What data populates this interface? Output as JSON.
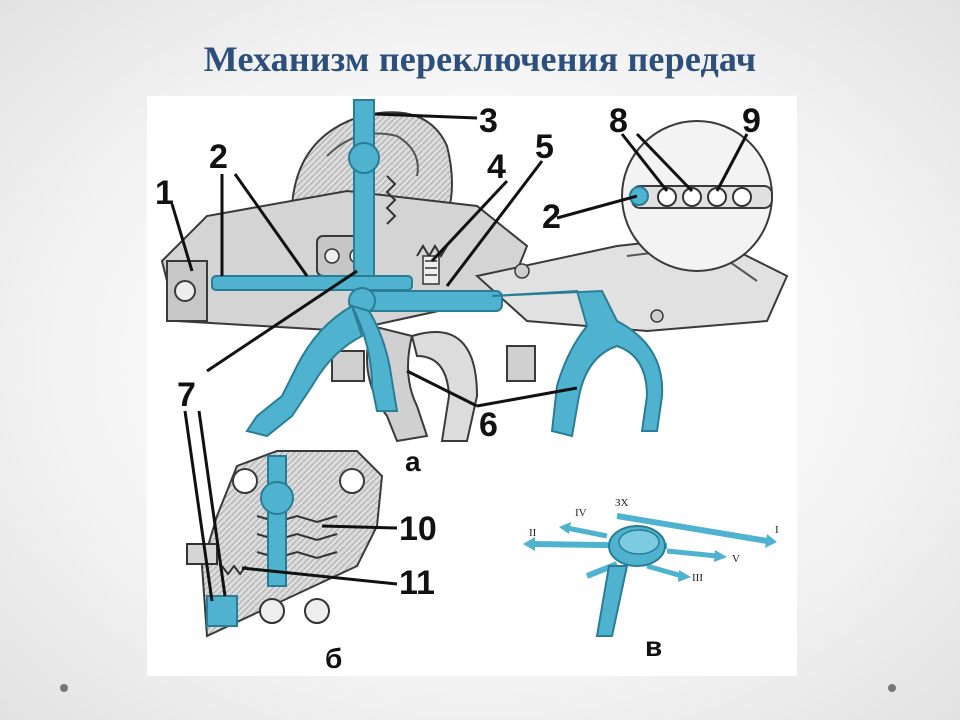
{
  "title": "Механизм переключения передач",
  "labels": {
    "l1": "1",
    "l2a": "2",
    "l2b": "2",
    "l3": "3",
    "l4": "4",
    "l5": "5",
    "l6": "6",
    "l7": "7",
    "l8": "8",
    "l9": "9",
    "l10": "10",
    "l11": "11"
  },
  "sub_labels": {
    "a": "а",
    "b": "б",
    "v": "в"
  },
  "gear_pattern": {
    "zx": "ЗХ",
    "i": "I",
    "ii": "II",
    "iii": "III",
    "iv": "IV",
    "v": "V"
  },
  "colors": {
    "title": "#2c4f7c",
    "accent_blue": "#4fb3cf",
    "accent_dark": "#2a7d96",
    "metal_light": "#e6e6e6",
    "metal_mid": "#bdbdbd",
    "outline": "#3a3a3a"
  }
}
